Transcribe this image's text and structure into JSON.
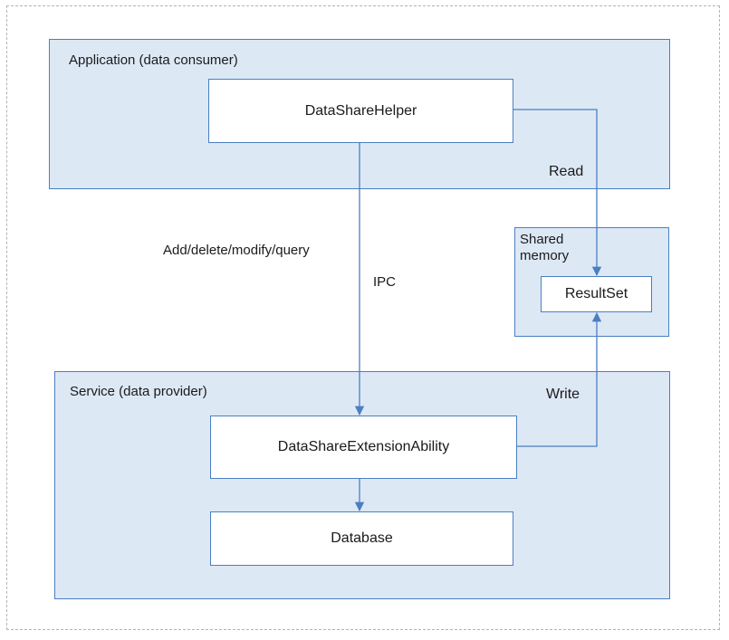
{
  "regions": {
    "application": {
      "title": "Application (data consumer)"
    },
    "service": {
      "title": "Service (data provider)"
    },
    "shared_memory": {
      "title": "Shared\nmemory"
    }
  },
  "nodes": {
    "datasharehelper": "DataShareHelper",
    "resultset": "ResultSet",
    "extension": "DataShareExtensionAbility",
    "database": "Database"
  },
  "edges": {
    "read": "Read",
    "write": "Write",
    "crud": "Add/delete/modify/query",
    "ipc": "IPC"
  },
  "colors": {
    "region_fill": "#dde8f5",
    "border": "#4a7fc1",
    "frame": "#b3b3b3"
  }
}
